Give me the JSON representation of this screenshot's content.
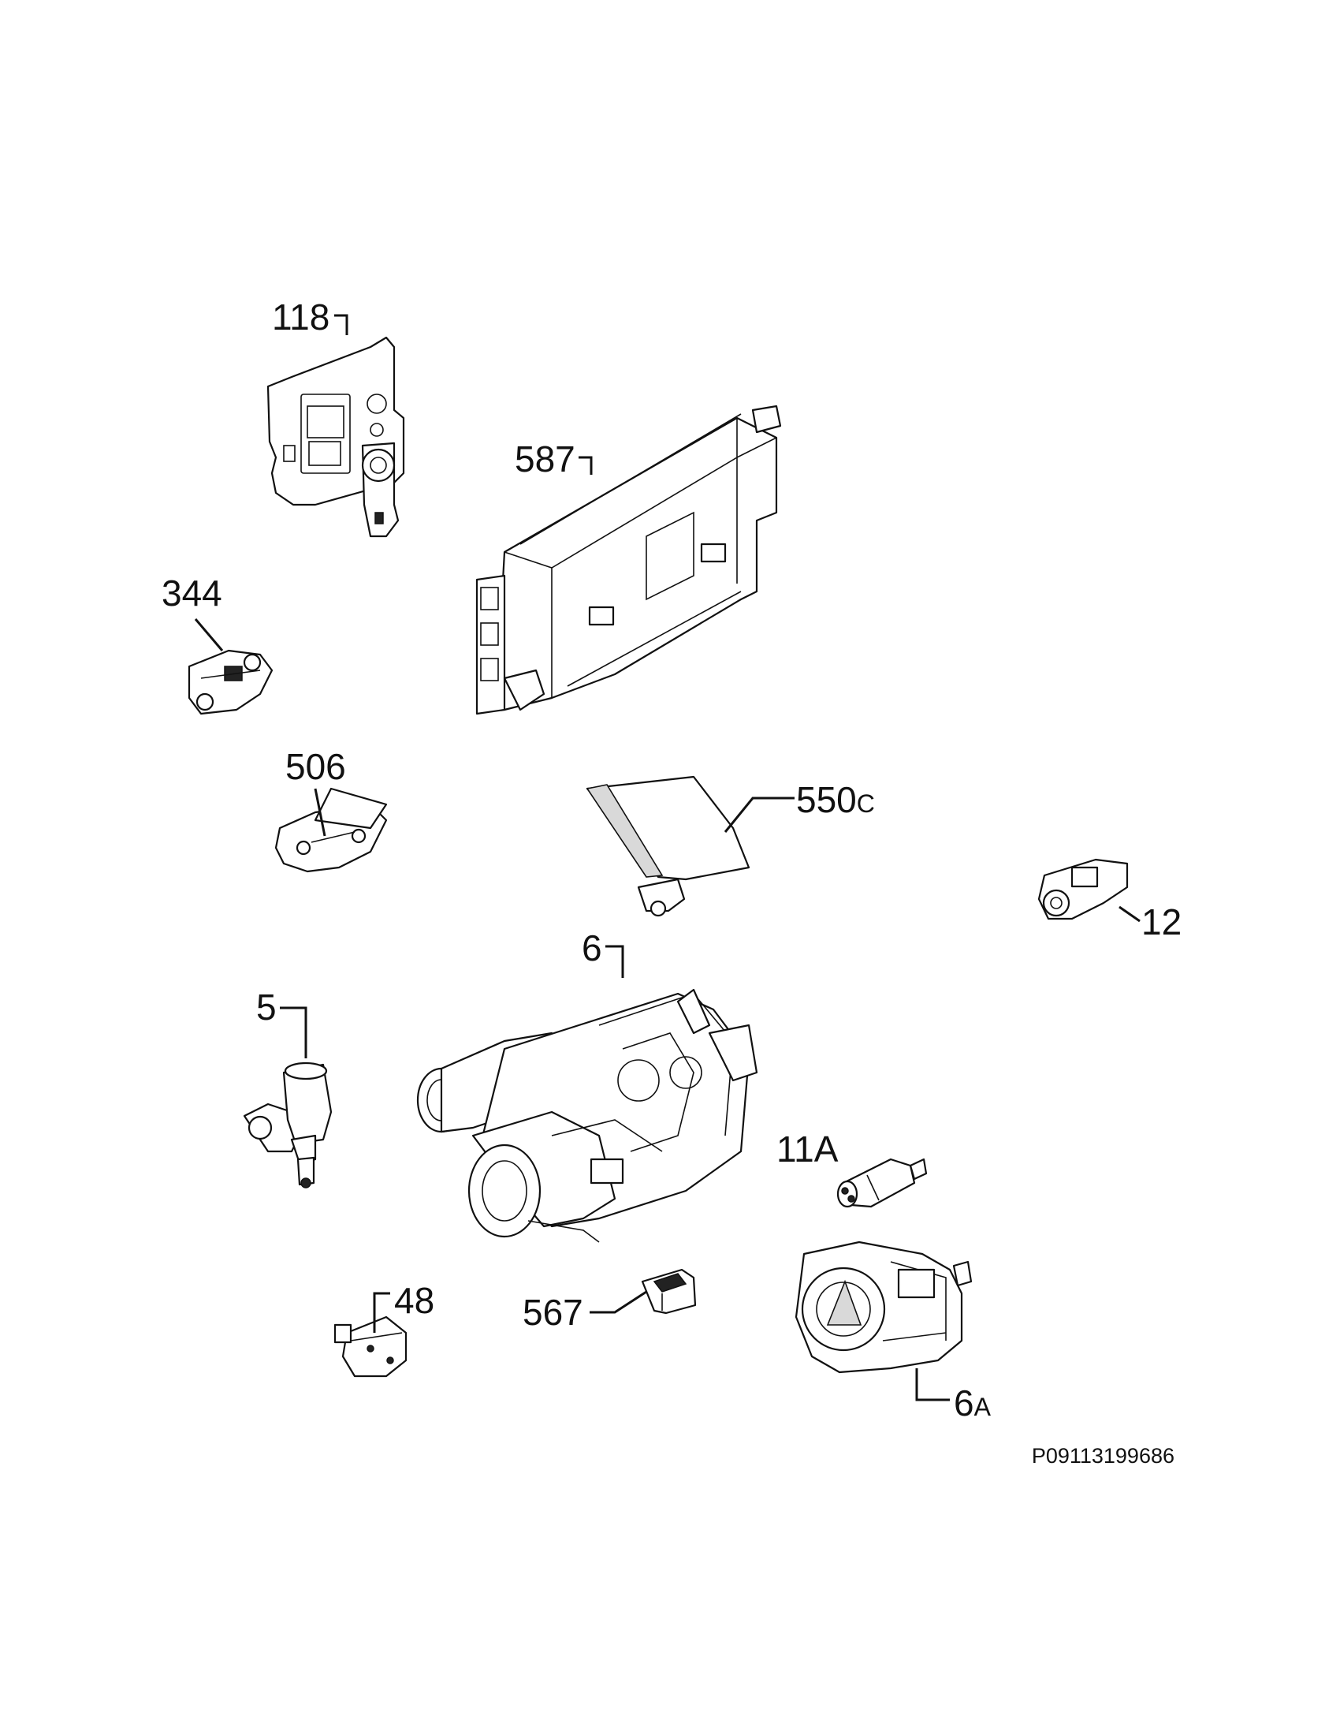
{
  "diagram": {
    "labels": {
      "p118": "118",
      "p587": "587",
      "p344": "344",
      "p506": "506",
      "p550c_main": "550",
      "p550c_suffix": "C",
      "p12": "12",
      "p6": "6",
      "p5": "5",
      "p11a": "11A",
      "p48": "48",
      "p567": "567",
      "p6a_main": "6",
      "p6a_suffix": "A"
    },
    "reference_code": "P09113199686",
    "colors": {
      "line": "#111111",
      "fill": "#ffffff",
      "shade": "#d9d9d9"
    }
  }
}
